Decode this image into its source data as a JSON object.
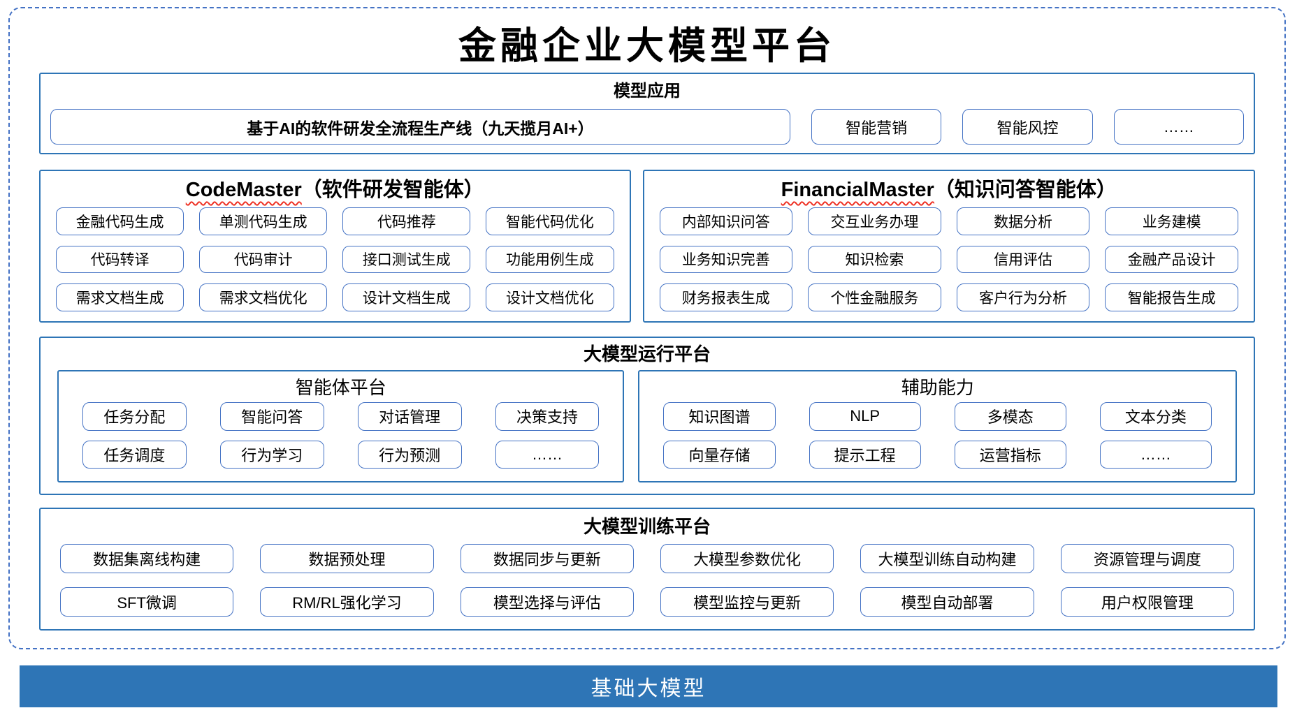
{
  "title": "金融企业大模型平台",
  "colors": {
    "section_border": "#2E75B6",
    "button_border": "#4472C4",
    "frame_dash": "#4472C4",
    "squiggle_red": "#EE3124",
    "base_bar_bg": "#2E75B6",
    "base_bar_text": "#FFFFFF"
  },
  "sections": {
    "model_app": {
      "header": "模型应用",
      "pipeline": "基于AI的软件研发全流程生产线（九天揽月AI+）",
      "items": [
        "智能营销",
        "智能风控",
        "……"
      ]
    },
    "code_master": {
      "name": "CodeMaster",
      "suffix": "（软件研发智能体）",
      "items": [
        "金融代码生成",
        "单测代码生成",
        "代码推荐",
        "智能代码优化",
        "代码转译",
        "代码审计",
        "接口测试生成",
        "功能用例生成",
        "需求文档生成",
        "需求文档优化",
        "设计文档生成",
        "设计文档优化"
      ]
    },
    "financial_master": {
      "name": "FinancialMaster",
      "suffix": "（知识问答智能体）",
      "items": [
        "内部知识问答",
        "交互业务办理",
        "数据分析",
        "业务建模",
        "业务知识完善",
        "知识检索",
        "信用评估",
        "金融产品设计",
        "财务报表生成",
        "个性金融服务",
        "客户行为分析",
        "智能报告生成"
      ]
    },
    "runtime": {
      "header": "大模型运行平台",
      "agent_platform": {
        "header": "智能体平台",
        "items": [
          "任务分配",
          "智能问答",
          "对话管理",
          "决策支持",
          "任务调度",
          "行为学习",
          "行为预测",
          "……"
        ]
      },
      "aux": {
        "header": "辅助能力",
        "items": [
          "知识图谱",
          "NLP",
          "多模态",
          "文本分类",
          "向量存储",
          "提示工程",
          "运营指标",
          "……"
        ]
      }
    },
    "training": {
      "header": "大模型训练平台",
      "items": [
        "数据集离线构建",
        "数据预处理",
        "数据同步与更新",
        "大模型参数优化",
        "大模型训练自动构建",
        "资源管理与调度",
        "SFT微调",
        "RM/RL强化学习",
        "模型选择与评估",
        "模型监控与更新",
        "模型自动部署",
        "用户权限管理"
      ]
    },
    "base_model": {
      "label": "基础大模型"
    }
  }
}
